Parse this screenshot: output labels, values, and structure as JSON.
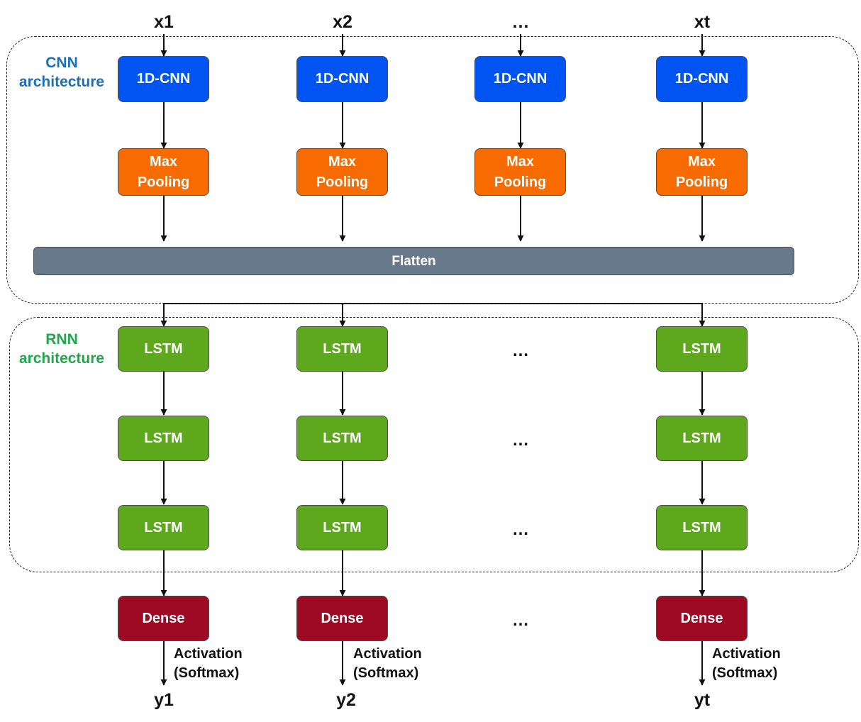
{
  "regions": {
    "cnn_label": "CNN\narchitecture",
    "rnn_label": "RNN\narchitecture"
  },
  "inputs": [
    "x1",
    "x2",
    "…",
    "xt"
  ],
  "outputs": [
    "y1",
    "y2",
    "yt"
  ],
  "blocks": {
    "cnn": "1D-CNN",
    "pool": "Max\nPooling",
    "flatten": "Flatten",
    "lstm": "LSTM",
    "dense": "Dense"
  },
  "ellipsis": "…",
  "activation": "Activation\n(Softmax)",
  "colors": {
    "cnn": "#0055f2",
    "pool": "#f76b00",
    "flatten": "#68798b",
    "lstm": "#5ea81d",
    "dense": "#9e0a24",
    "cnn_label": "#1a6fb5",
    "rnn_label": "#1fa84a"
  }
}
